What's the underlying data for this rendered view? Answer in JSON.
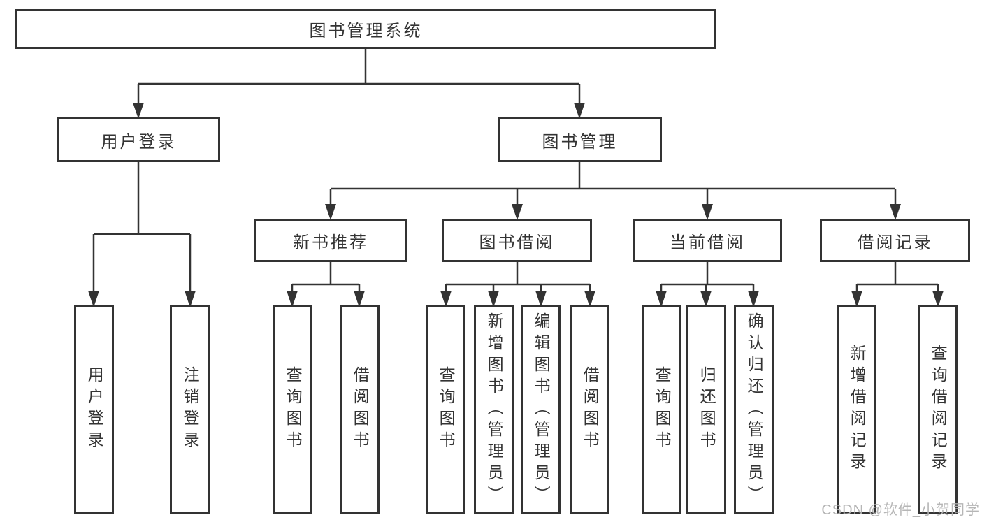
{
  "tree": {
    "root": {
      "label": "图书管理系统",
      "children": [
        {
          "label": "用户登录",
          "children": [
            {
              "label": "用户登录"
            },
            {
              "label": "注销登录"
            }
          ]
        },
        {
          "label": "图书管理",
          "children": [
            {
              "label": "新书推荐",
              "children": [
                {
                  "label": "查询图书"
                },
                {
                  "label": "借阅图书"
                }
              ]
            },
            {
              "label": "图书借阅",
              "children": [
                {
                  "label": "查询图书"
                },
                {
                  "label": "新增图书（管理员）"
                },
                {
                  "label": "编辑图书（管理员）"
                },
                {
                  "label": "借阅图书"
                }
              ]
            },
            {
              "label": "当前借阅",
              "children": [
                {
                  "label": "查询图书"
                },
                {
                  "label": "归还图书"
                },
                {
                  "label": "确认归还（管理员）"
                }
              ]
            },
            {
              "label": "借阅记录",
              "children": [
                {
                  "label": "新增借阅记录"
                },
                {
                  "label": "查询借阅记录"
                }
              ]
            }
          ]
        }
      ]
    }
  },
  "watermark": "CSDN @软件_小贺同学",
  "colors": {
    "line": "#333333",
    "text": "#333333",
    "watermark": "#b3b3b3",
    "background": "#ffffff"
  }
}
